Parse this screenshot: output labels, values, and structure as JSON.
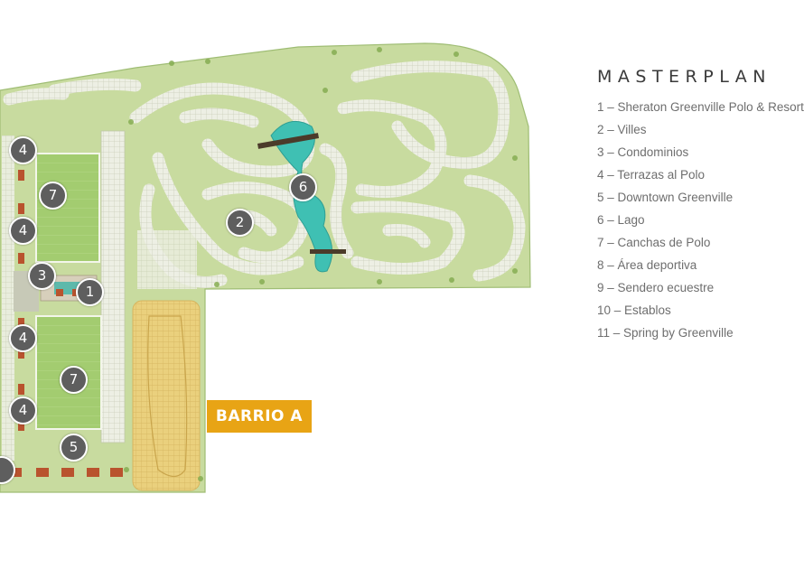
{
  "legend": {
    "title": "MASTERPLAN",
    "items": [
      "1 – Sheraton Greenville Polo & Resort",
      "2 – Villes",
      "3 – Condominios",
      "4 – Terrazas al Polo",
      "5 – Downtown Greenville",
      "6 – Lago",
      "7 – Canchas de Polo",
      "8 – Área deportiva",
      "9 – Sendero ecuestre",
      "10 – Establos",
      "11 – Spring by Greenville"
    ]
  },
  "map": {
    "highlight_label": "BARRIO A",
    "markers": [
      "4",
      "7",
      "4",
      "3",
      "1",
      "4",
      "7",
      "4",
      "5",
      "6",
      "2"
    ],
    "colors": {
      "grass": "#c9dca0",
      "lots": "#e9ece0",
      "water": "#3fc0b3",
      "polo_field": "#9cc86a",
      "barrio_fill": "#e9cf7c",
      "barrio_label": "#e8a415",
      "marker": "#5e5e5e"
    }
  }
}
